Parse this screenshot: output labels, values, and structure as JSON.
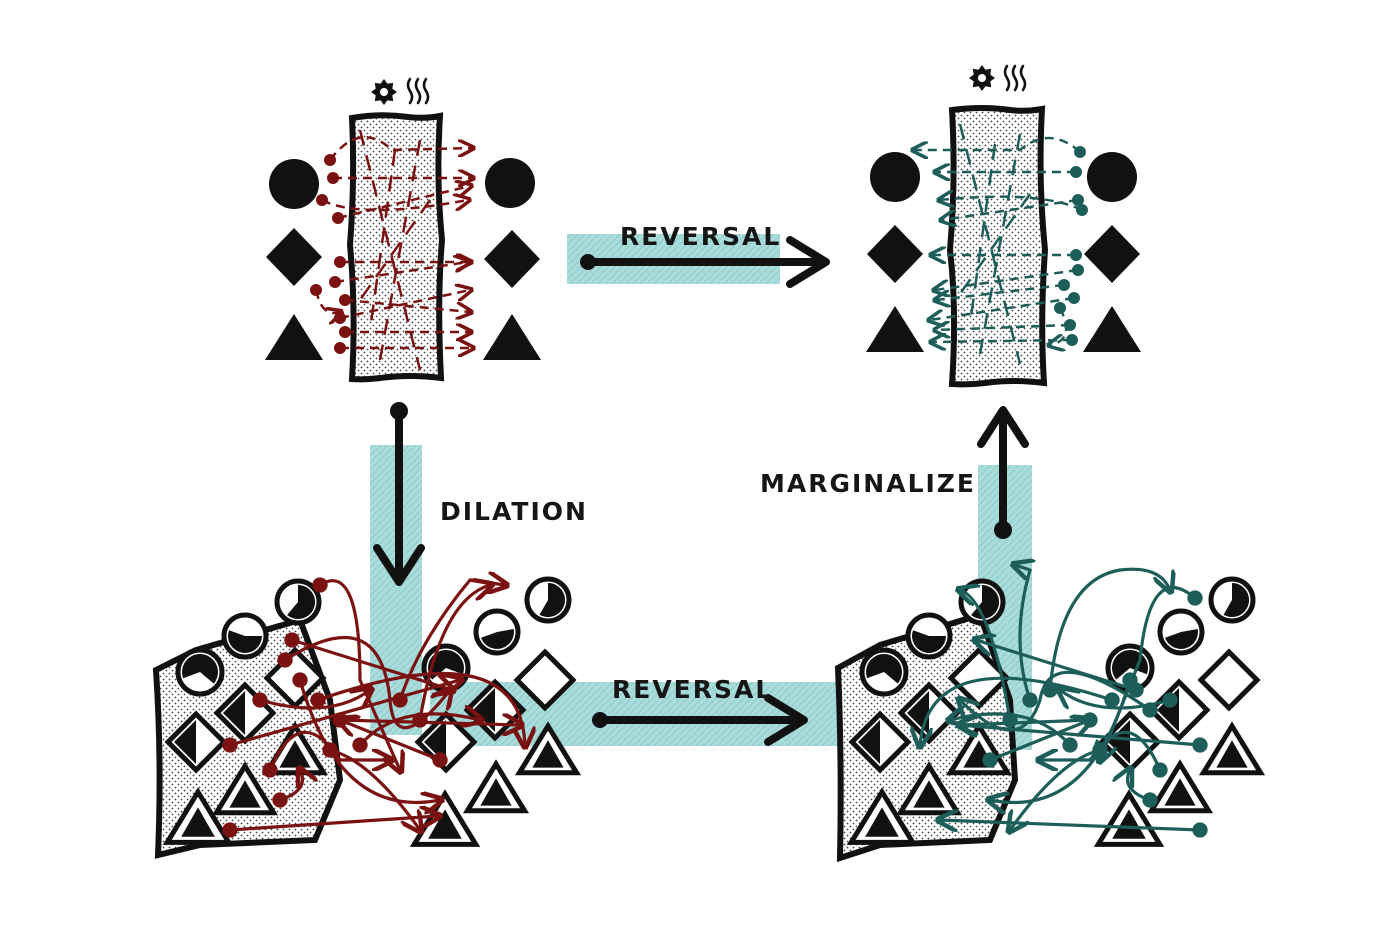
{
  "labels": {
    "reversal_top": "REVERSAL",
    "reversal_bottom": "REVERSAL",
    "dilation": "DILATION",
    "marginalize": "MARGINALIZE"
  },
  "colors": {
    "band": "#a9dcdb",
    "band_hatch": "#8ccac9",
    "forward_arrows": "#7b1212",
    "reverse_arrows": "#1e5e5a",
    "ink": "#111111"
  },
  "icons": [
    "gear-icon",
    "heat-waves-icon",
    "circle",
    "diamond",
    "triangle",
    "pie-circle",
    "split-diamond",
    "nested-triangle"
  ]
}
